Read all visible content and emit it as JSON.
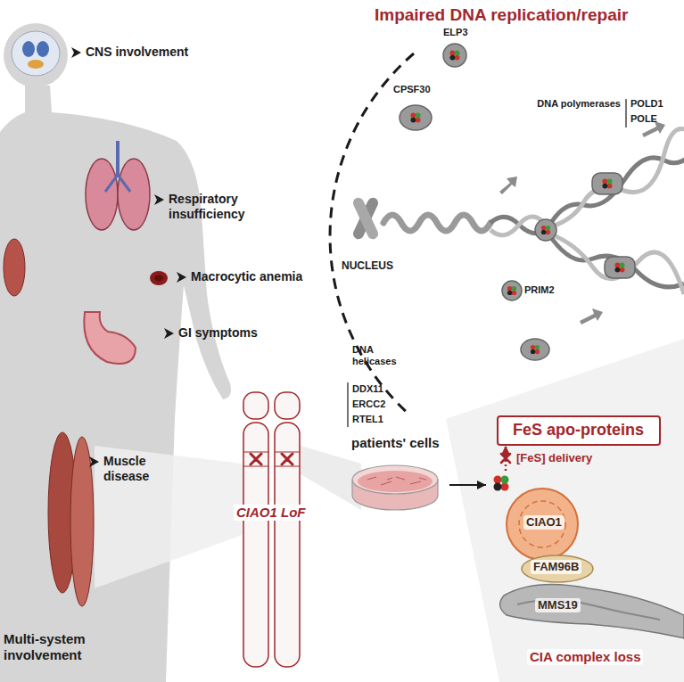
{
  "diagram": {
    "nodes": [
      {
        "text": [
          "patients' cells"
        ]
      },
      {
        "text": [
          "CIAO1",
          "FAM96B",
          "MMS19",
          "CIA complex loss"
        ]
      },
      {
        "text": [
          "FeS apo-proteins"
        ]
      }
    ],
    "edges": [
      {
        "from": 0,
        "to": 1,
        "arrow": "to"
      },
      {
        "from": 1,
        "to": 2,
        "arrow": "to",
        "label": "[FeS] delivery"
      }
    ],
    "labels": [
      "Impaired DNA replication/repair",
      "ELP3",
      "CPSF30",
      "DNA polymerases",
      "POLD1",
      "POLE",
      "PRIM2",
      "NUCLEUS",
      "DNA helicases",
      "DDX11",
      "ERCC2",
      "RTEL1",
      "CNS involvement",
      "Respiratory insufficiency",
      "Macrocytic anemia",
      "GI symptoms",
      "Muscle disease",
      "Multi-system involvement",
      "CIAO1 LoF"
    ]
  }
}
